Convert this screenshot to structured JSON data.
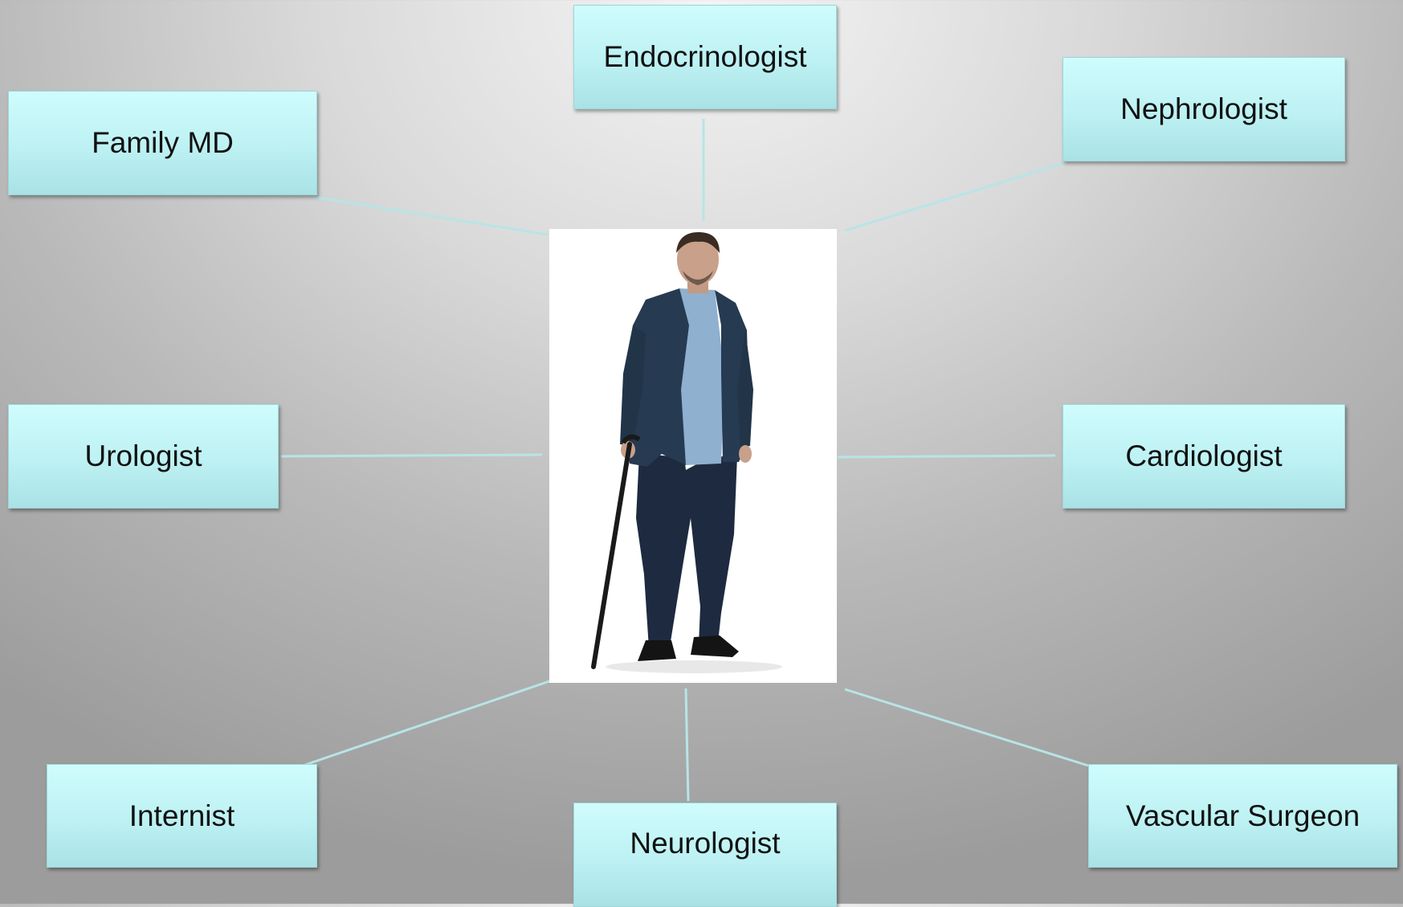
{
  "diagram": {
    "center_image": "man-with-cane-photo",
    "connector_color": "#b8e4e6",
    "box_color": "#c6f7f9",
    "nodes": [
      {
        "id": "endocrinologist",
        "label": "Endocrinologist"
      },
      {
        "id": "family_md",
        "label": "Family MD"
      },
      {
        "id": "nephrologist",
        "label": "Nephrologist"
      },
      {
        "id": "urologist",
        "label": "Urologist"
      },
      {
        "id": "cardiologist",
        "label": "Cardiologist"
      },
      {
        "id": "internist",
        "label": "Internist"
      },
      {
        "id": "neurologist",
        "label": "Neurologist"
      },
      {
        "id": "vascular_surgeon",
        "label": "Vascular Surgeon"
      }
    ]
  }
}
